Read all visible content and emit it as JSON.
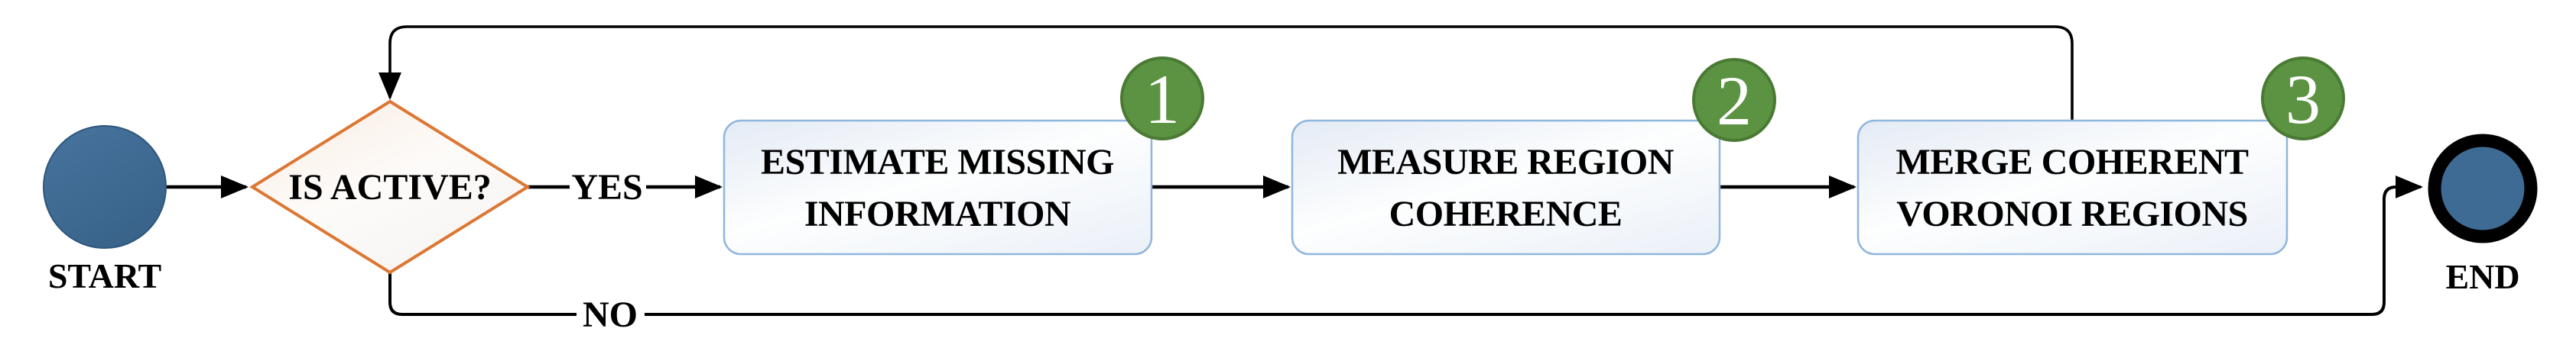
{
  "flowchart": {
    "start": {
      "label": "START"
    },
    "decision": {
      "label": "IS ACTIVE?",
      "yes_label": "YES",
      "no_label": "NO"
    },
    "steps": [
      {
        "number": "1",
        "label": "ESTIMATE MISSING INFORMATION",
        "label_lines": [
          "ESTIMATE MISSING",
          "INFORMATION"
        ]
      },
      {
        "number": "2",
        "label": "MEASURE REGION COHERENCE",
        "label_lines": [
          "MEASURE REGION",
          "COHERENCE"
        ]
      },
      {
        "number": "3",
        "label": "MERGE COHERENT VORONOI REGIONS",
        "label_lines": [
          "MERGE COHERENT",
          "VORONOI REGIONS"
        ]
      }
    ],
    "end": {
      "label": "END"
    },
    "colors": {
      "terminal_blue": "#3e6b94",
      "terminal_blue_dark": "#2e567e",
      "diamond_border_orange": "#dd7733",
      "badge_green": "#5b9342",
      "badge_border_green": "#4a7a33",
      "box_border_blue": "#8fb6de",
      "connector_black": "#000000"
    }
  }
}
